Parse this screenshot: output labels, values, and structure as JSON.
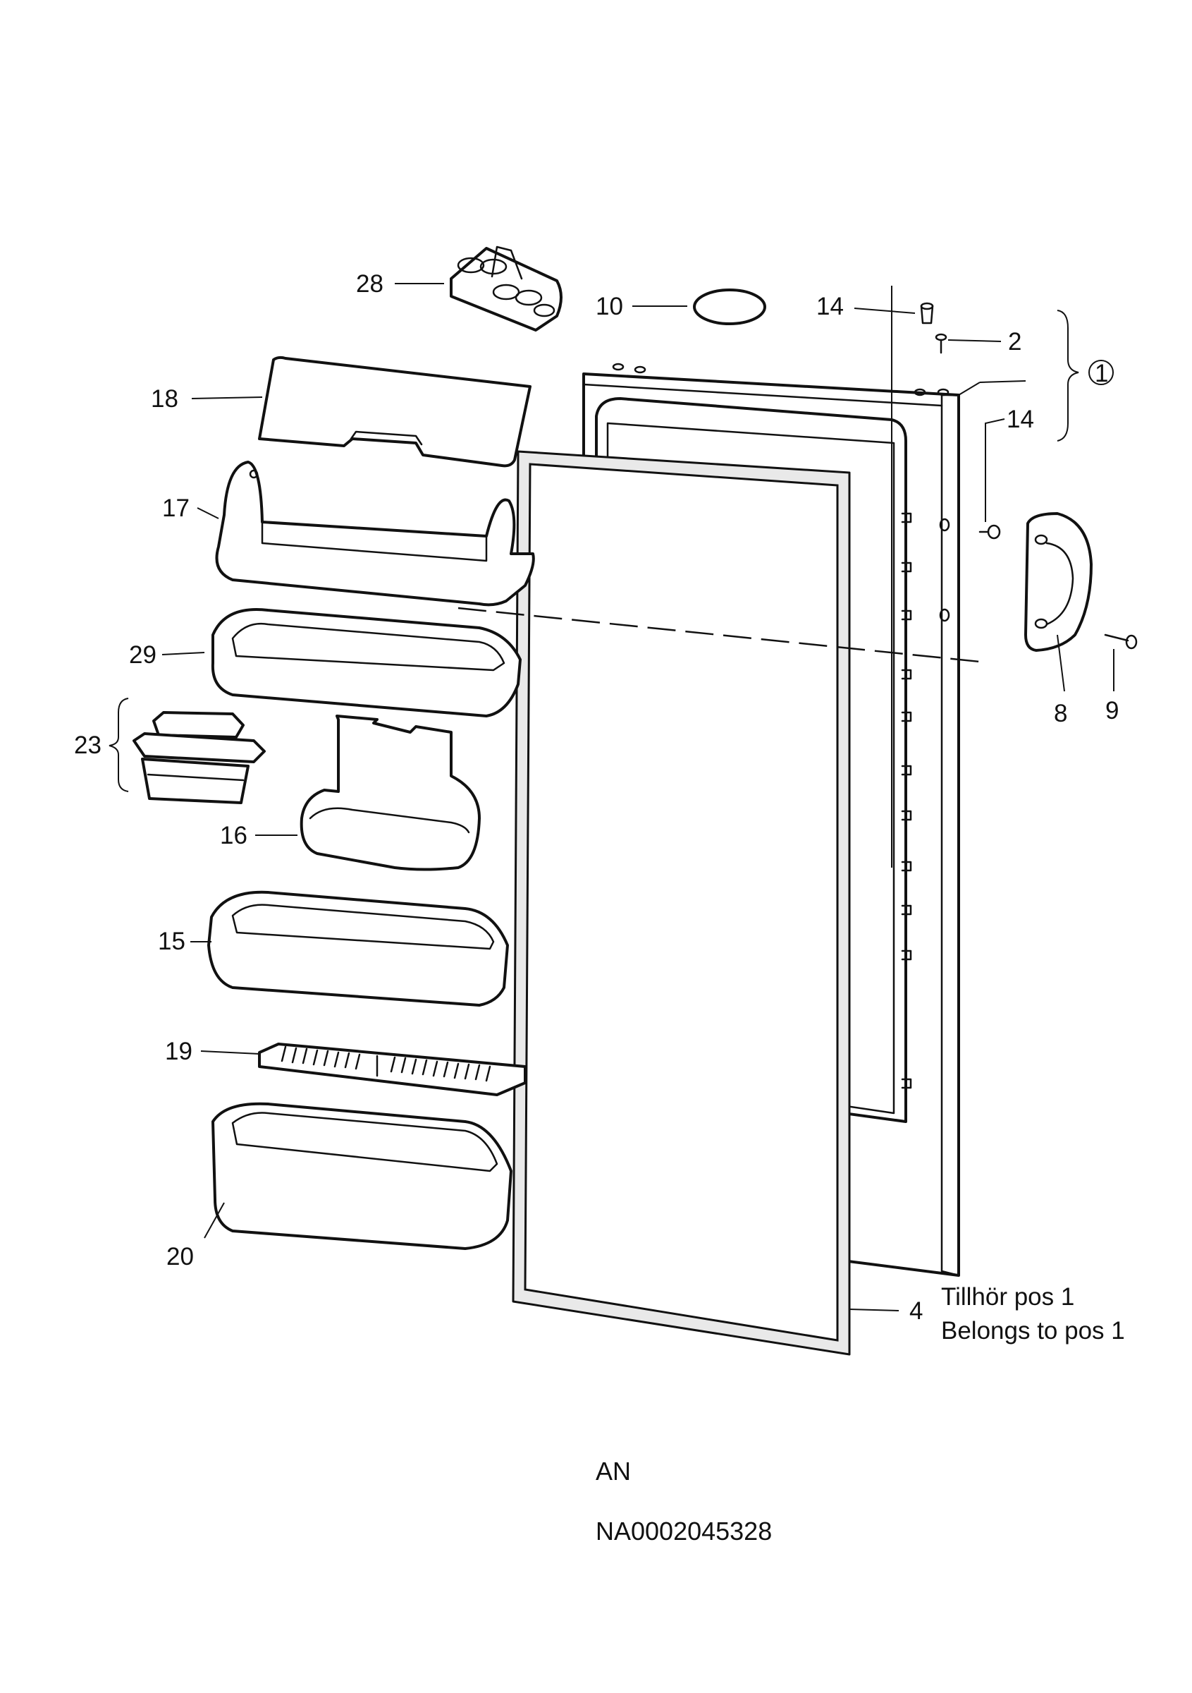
{
  "labels": {
    "p28": "28",
    "p10": "10",
    "p14a": "14",
    "p2": "2",
    "p1": "1",
    "p14b": "14",
    "p18": "18",
    "p17": "17",
    "p29": "29",
    "p23": "23",
    "p16": "16",
    "p15": "15",
    "p19": "19",
    "p20": "20",
    "p8": "8",
    "p9": "9",
    "p4": "4"
  },
  "note": {
    "line1": "Tillhör pos 1",
    "line2": "Belongs to pos 1"
  },
  "footer": {
    "model": "AN",
    "code": "NA0002045328"
  }
}
